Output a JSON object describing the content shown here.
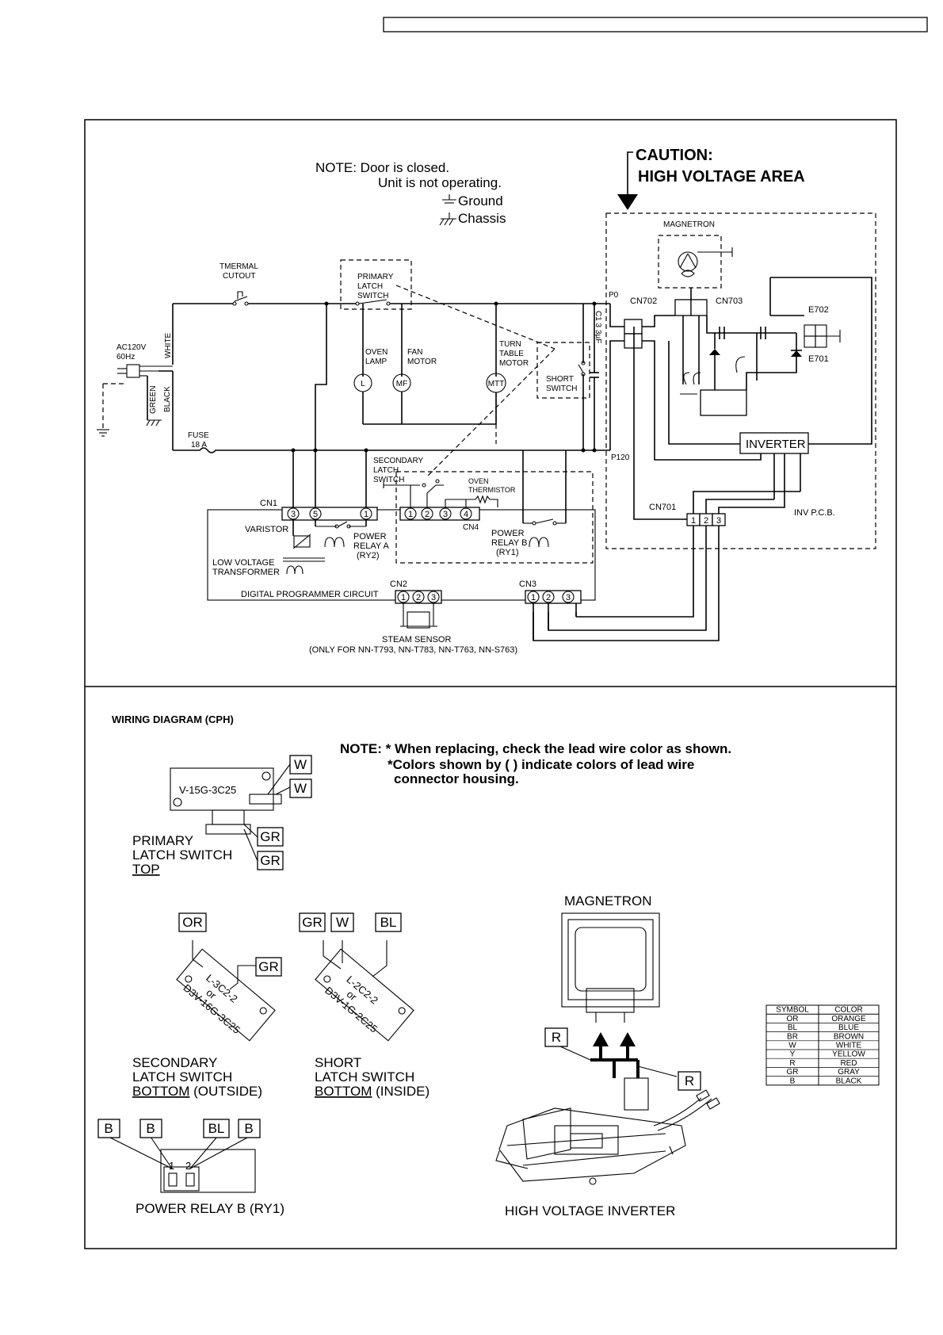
{
  "header_bar": "",
  "schematic": {
    "note": {
      "line1": "NOTE:  Door is closed.",
      "line2": "Unit is not operating.",
      "ground": "Ground",
      "chassis": "Chassis"
    },
    "caution": {
      "line1": "CAUTION:",
      "line2": "HIGH VOLTAGE AREA"
    },
    "labels": {
      "thermal_cutout_1": "TMERMAL",
      "thermal_cutout_2": "CUTOUT",
      "primary_1": "PRIMARY",
      "primary_2": "LATCH",
      "primary_3": "SWITCH",
      "ac_1": "AC120V",
      "ac_2": "60Hz",
      "white": "WHITE",
      "green": "GREEN",
      "black": "BLACK",
      "fuse_1": "FUSE",
      "fuse_2": "18 A",
      "oven_lamp_1": "OVEN",
      "oven_lamp_2": "LAMP",
      "fan_motor_1": "FAN",
      "fan_motor_2": "MOTOR",
      "turn_table_1": "TURN",
      "turn_table_2": "TABLE",
      "turn_table_3": "MOTOR",
      "lamp_symbol": "L",
      "fan_symbol": "MF",
      "tt_symbol": "MTT",
      "short_switch_1": "SHORT",
      "short_switch_2": "SWITCH",
      "capacitor": "C1 3 3µF",
      "p0": "P0",
      "p120": "P120",
      "magnetron": "MAGNETRON",
      "cn702": "CN702",
      "cn703": "CN703",
      "e702": "E702",
      "e701": "E701",
      "inverter": "INVERTER",
      "cn701": "CN701",
      "inv_pcb": "INV P.C.B.",
      "secondary_1": "SECONDARY",
      "secondary_2": "LATCH",
      "secondary_3": "SWITCH",
      "oven_thermistor_1": "OVEN",
      "oven_thermistor_2": "THERMISTOR",
      "cn4": "CN4",
      "cn1": "CN1",
      "varistor": "VARISTOR",
      "power_relay_a_1": "POWER",
      "power_relay_a_2": "RELAY A",
      "power_relay_a_3": "(RY2)",
      "power_relay_b_1": "POWER",
      "power_relay_b_2": "RELAY B",
      "power_relay_b_3": "(RY1)",
      "low_voltage_1": "LOW VOLTAGE",
      "low_voltage_2": "TRANSFORMER",
      "digital_programmer": "DIGITAL PROGRAMMER CIRCUIT",
      "cn2": "CN2",
      "cn3": "CN3",
      "steam_sensor_1": "STEAM SENSOR",
      "steam_sensor_2": "(ONLY FOR NN-T793, NN-T783, NN-T763, NN-S763)"
    },
    "pins": {
      "cn1": [
        "3",
        "5",
        "1"
      ],
      "cn4": [
        "1",
        "2",
        "3",
        "4"
      ],
      "cn2": [
        "1",
        "2",
        "3"
      ],
      "cn3": [
        "1",
        "2",
        "3"
      ],
      "cn701": [
        "1",
        "2",
        "3"
      ]
    }
  },
  "wiring": {
    "title": "WIRING DIAGRAM (CPH)",
    "note": {
      "line1": "NOTE:  * When replacing, check the lead wire color as shown.",
      "line2": "*Colors shown by ( ) indicate colors of lead wire",
      "line3": "connector housing."
    },
    "primary": {
      "part": "V-15G-3C25",
      "tags": [
        "W",
        "W",
        "GR",
        "GR"
      ],
      "caption1": "PRIMARY",
      "caption2": "LATCH SWITCH",
      "caption3": "TOP"
    },
    "secondary": {
      "part1": "L-3C2-2",
      "part2": "or",
      "part3": "D3V-16G-3C25",
      "tags": [
        "OR",
        "GR"
      ],
      "caption1": "SECONDARY",
      "caption2": "LATCH SWITCH",
      "caption3a": "BOTTOM",
      "caption3b": " (OUTSIDE)"
    },
    "short": {
      "part1": "L-2C2-2",
      "part2": "or",
      "part3": "D3V-1G-2C25",
      "tags": [
        "GR",
        "W",
        "BL"
      ],
      "caption1": "SHORT",
      "caption2": "LATCH SWITCH",
      "caption3a": "BOTTOM",
      "caption3b": " (INSIDE)"
    },
    "relay": {
      "tags": [
        "B",
        "B",
        "BL",
        "B"
      ],
      "pin1": "1",
      "pin2": "2",
      "caption": "POWER RELAY B (RY1)"
    },
    "magnetron": {
      "title": "MAGNETRON",
      "tags": [
        "R",
        "R"
      ],
      "caption": "HIGH VOLTAGE INVERTER"
    },
    "legend": {
      "headers": [
        "SYMBOL",
        "COLOR"
      ],
      "rows": [
        [
          "OR",
          "ORANGE"
        ],
        [
          "BL",
          "BLUE"
        ],
        [
          "BR",
          "BROWN"
        ],
        [
          "W",
          "WHITE"
        ],
        [
          "Y",
          "YELLOW"
        ],
        [
          "R",
          "RED"
        ],
        [
          "GR",
          "GRAY"
        ],
        [
          "B",
          "BLACK"
        ]
      ]
    }
  }
}
